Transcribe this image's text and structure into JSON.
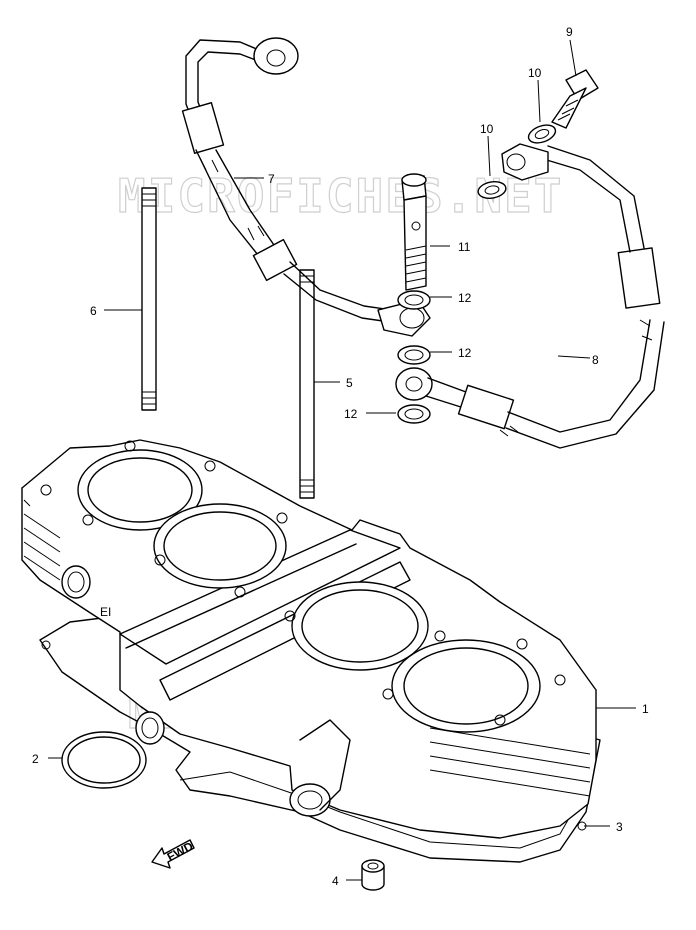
{
  "watermark": "MICROFICHES.NET",
  "fwd_label": "FWD",
  "part_labels": {
    "p1": "1",
    "p2": "2",
    "p3": "3",
    "p4": "4",
    "p5": "5",
    "p6": "6",
    "p7": "7",
    "p8": "8",
    "p9": "9",
    "p10a": "10",
    "p10b": "10",
    "p11": "11",
    "p12a": "12",
    "p12b": "12",
    "p12c": "12"
  }
}
